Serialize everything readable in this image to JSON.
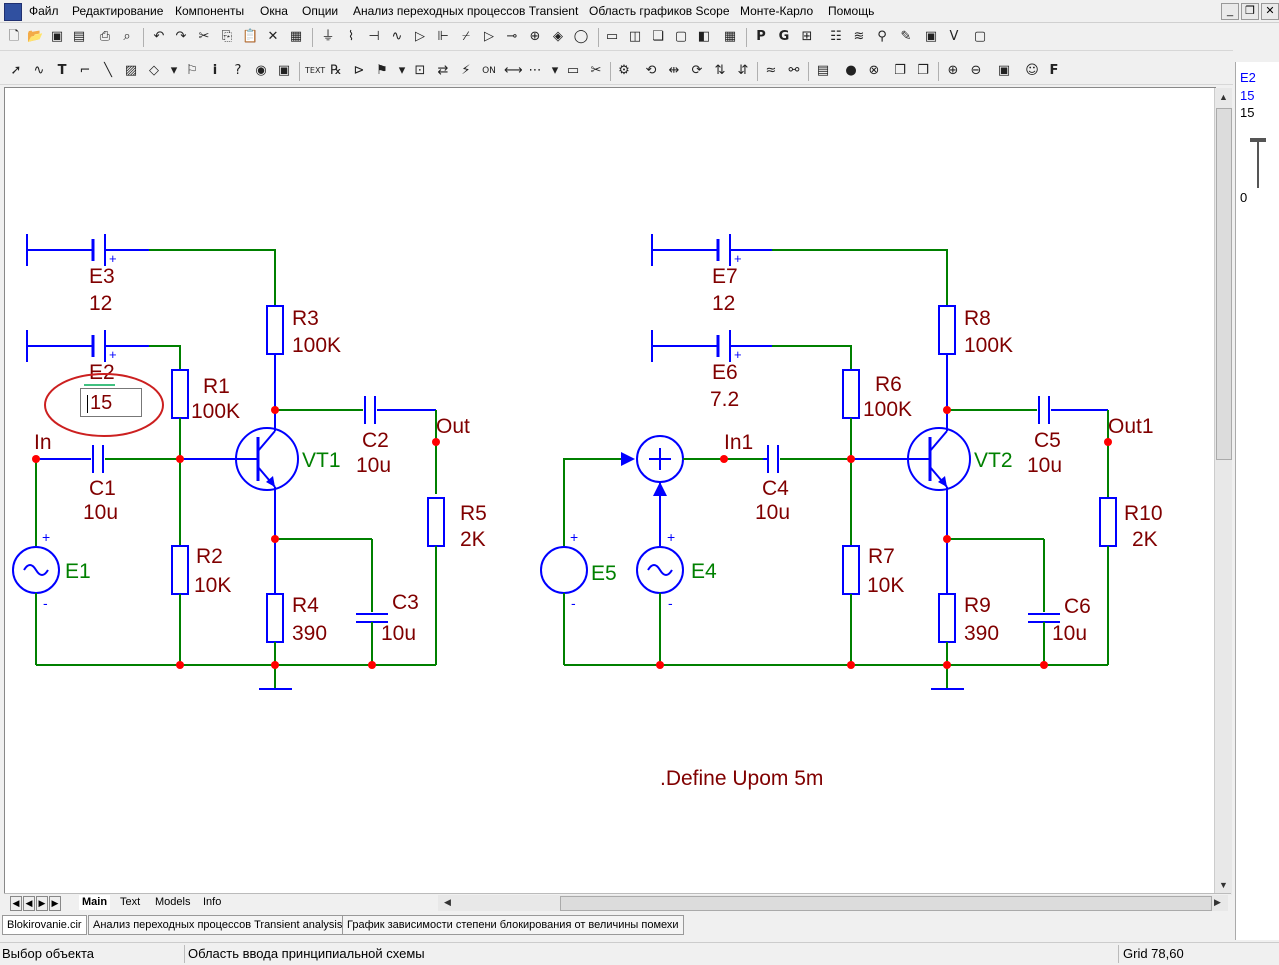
{
  "menu": {
    "items": [
      "Файл",
      "Редактирование",
      "Компоненты",
      "Окна",
      "Опции",
      "Анализ переходных процессов Transient",
      "Область графиков Scope",
      "Монте-Карло",
      "Помощь"
    ]
  },
  "sheet_tabs": [
    "Main",
    "Text",
    "Models",
    "Info"
  ],
  "file_tabs": [
    "Blokirovanie.cir",
    "Анализ переходных процессов Transient analysis",
    "График зависимости степени блокирования от величины помехи"
  ],
  "status": {
    "left": "Выбор объекта",
    "middle": "Область ввода принципиальной схемы",
    "grid": "Grid 78,60"
  },
  "right_panel": {
    "name": "E2",
    "value_blue": "15",
    "value_black": "15",
    "slider_min": "0"
  },
  "edit_box": {
    "value": "15"
  },
  "colors": {
    "wire": "#008000",
    "component": "#0000ff",
    "label_value": "#800000",
    "label_name": "#008000",
    "node": "#ff0000"
  },
  "schematic": {
    "left": {
      "E3": {
        "name": "E3",
        "value": "12"
      },
      "E2": {
        "name": "E2"
      },
      "R1": {
        "name": "R1",
        "value": "100K"
      },
      "R2": {
        "name": "R2",
        "value": "10K"
      },
      "R3": {
        "name": "R3",
        "value": "100K"
      },
      "R4": {
        "name": "R4",
        "value": "390"
      },
      "R5": {
        "name": "R5",
        "value": "2K"
      },
      "C1": {
        "name": "C1",
        "value": "10u"
      },
      "C2": {
        "name": "C2",
        "value": "10u"
      },
      "C3": {
        "name": "C3",
        "value": "10u"
      },
      "VT1": {
        "name": "VT1"
      },
      "E1": {
        "name": "E1"
      },
      "in": "In",
      "out": "Out"
    },
    "right": {
      "E7": {
        "name": "E7",
        "value": "12"
      },
      "E6": {
        "name": "E6",
        "value": "7.2"
      },
      "R6": {
        "name": "R6",
        "value": "100K"
      },
      "R7": {
        "name": "R7",
        "value": "10K"
      },
      "R8": {
        "name": "R8",
        "value": "100K"
      },
      "R9": {
        "name": "R9",
        "value": "390"
      },
      "R10": {
        "name": "R10",
        "value": "2K"
      },
      "C4": {
        "name": "C4",
        "value": "10u"
      },
      "C5": {
        "name": "C5",
        "value": "10u"
      },
      "C6": {
        "name": "C6",
        "value": "10u"
      },
      "VT2": {
        "name": "VT2"
      },
      "E4": {
        "name": "E4"
      },
      "E5": {
        "name": "E5"
      },
      "in": "In1",
      "out": "Out1"
    },
    "define_text": ".Define Upom 5m"
  }
}
